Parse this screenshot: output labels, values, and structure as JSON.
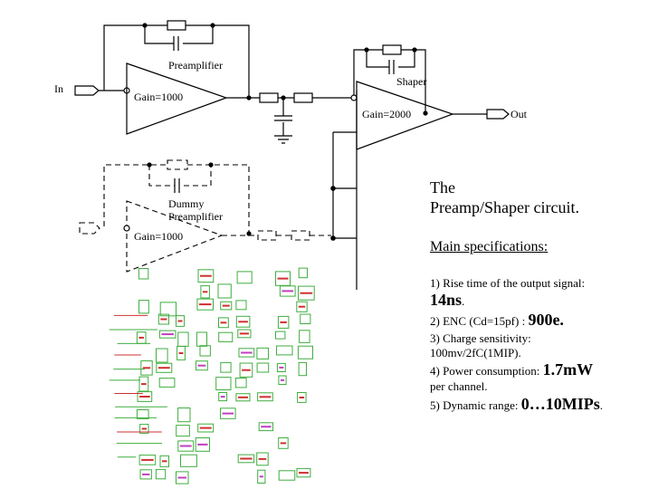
{
  "labels": {
    "preamp": "Preamplifier",
    "shaper": "Shaper",
    "in": "In",
    "out": "Out",
    "gain_preamp": "Gain=1000",
    "gain_shaper": "Gain=2000",
    "dummy_line1": "Dummy",
    "dummy_line2": "Preamplifier",
    "gain_dummy": "Gain=1000"
  },
  "title": {
    "line1": "The",
    "line2": "Preamp/Shaper circuit."
  },
  "specs": {
    "heading": "Main specifications",
    "heading_colon": ":",
    "item1_text": "1) Rise time of the output signal:",
    "item1_value": "14ns",
    "item1_tail": ".",
    "item2_text": "2) ENC (Cd=15pf) :",
    "item2_value": "900e.",
    "item3_line1": "3) Charge sensitivity:",
    "item3_line2": "100mv/2fC(1MIP).",
    "item4_text": "4) Power consumption:",
    "item4_value": "1.7mW",
    "item4_line2": "per channel.",
    "item5_text": "5) Dynamic range:",
    "item5_value": "0…10MIPs",
    "item5_tail": "."
  },
  "colors": {
    "line": "#000000",
    "layout_green": "#3fae3f",
    "layout_red": "#d03030",
    "layout_magenta": "#c040c0"
  }
}
